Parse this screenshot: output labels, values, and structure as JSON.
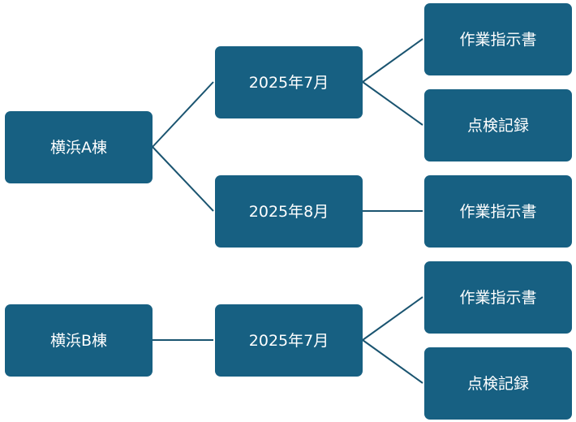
{
  "colors": {
    "node": "#176082",
    "line": "#1a5470",
    "text": "#ffffff"
  },
  "trees": [
    {
      "label": "横浜A棟",
      "children": [
        {
          "label": "2025年7月",
          "children": [
            {
              "label": "作業指示書"
            },
            {
              "label": "点検記録"
            }
          ]
        },
        {
          "label": "2025年8月",
          "children": [
            {
              "label": "作業指示書"
            }
          ]
        }
      ]
    },
    {
      "label": "横浜B棟",
      "children": [
        {
          "label": "2025年7月",
          "children": [
            {
              "label": "作業指示書"
            },
            {
              "label": "点検記録"
            }
          ]
        }
      ]
    }
  ]
}
